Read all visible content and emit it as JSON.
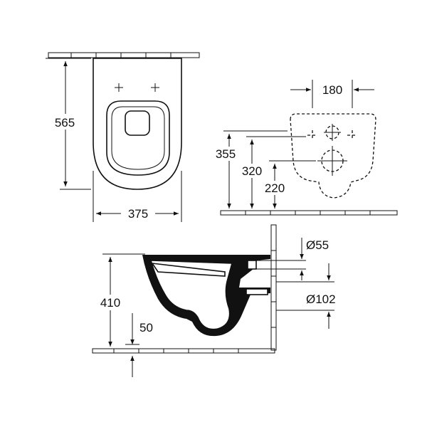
{
  "dimensions": {
    "top_view_depth": "565",
    "top_view_width": "375",
    "fixing_spacing": "180",
    "height_355": "355",
    "height_320": "320",
    "height_220": "220",
    "height_410": "410",
    "floor_offset": "50",
    "inlet_diameter": "Ø55",
    "outlet_diameter": "Ø102"
  },
  "colors": {
    "line": "#111111",
    "background": "#ffffff"
  }
}
